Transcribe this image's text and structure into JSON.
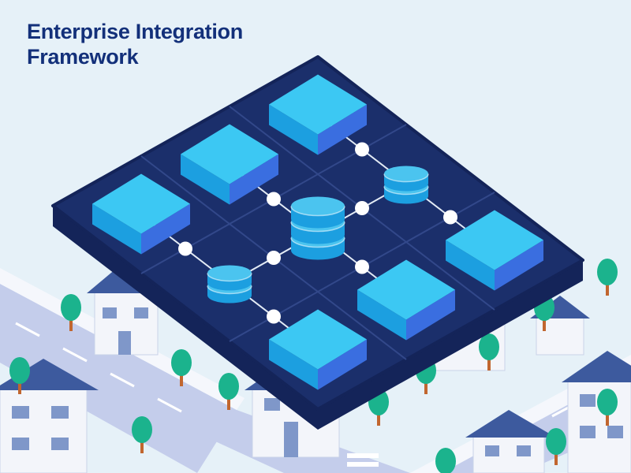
{
  "title": "Enterprise Integration Framework",
  "colors": {
    "background": "#e6f1f8",
    "title": "#13307a",
    "platform_top": "#1b2f6b",
    "platform_side": "#142459",
    "platform_grid": "#32488a",
    "module_top": "#3cc8f3",
    "module_left": "#1c9fe0",
    "module_right": "#3a6ee0",
    "database": "#4bc4ef",
    "connector_line": "#e3ebf5",
    "connector_node": "#ffffff",
    "road": "#c4cdeb",
    "road_marking": "#ffffff",
    "sidewalk": "#f5f7fc",
    "building_wall": "#f3f5fa",
    "building_roof": "#3d5a9e",
    "building_window": "#7f97c9",
    "tree_crown": "#1bb38d",
    "tree_trunk": "#c1662f"
  },
  "diagram": {
    "platform_grid_cells": [
      3,
      3
    ],
    "modules": [
      {
        "name": "module-a",
        "cell": [
          0,
          0
        ]
      },
      {
        "name": "module-b",
        "cell": [
          0,
          1
        ]
      },
      {
        "name": "module-c",
        "cell": [
          0,
          2
        ]
      },
      {
        "name": "module-d",
        "cell": [
          2,
          0
        ]
      },
      {
        "name": "module-e",
        "cell": [
          2,
          1
        ]
      },
      {
        "name": "module-f",
        "cell": [
          2,
          2
        ]
      }
    ],
    "databases": [
      {
        "name": "database-central",
        "cell": [
          1,
          1
        ],
        "stack_levels": 3
      },
      {
        "name": "database-right",
        "cell": [
          1,
          0
        ],
        "stack_levels": 2
      },
      {
        "name": "database-left",
        "cell": [
          1,
          2
        ],
        "stack_levels": 2
      }
    ],
    "connections": [
      {
        "from": "database-central",
        "to": "database-right"
      },
      {
        "from": "database-central",
        "to": "database-left"
      },
      {
        "from": "database-right",
        "to": "module-a"
      },
      {
        "from": "database-right",
        "to": "module-d"
      },
      {
        "from": "database-left",
        "to": "module-c"
      },
      {
        "from": "database-left",
        "to": "module-f"
      },
      {
        "from": "database-central",
        "to": "module-e"
      },
      {
        "from": "database-central",
        "to": "module-b"
      }
    ]
  },
  "city": {
    "houses": 7,
    "trees": 14
  }
}
